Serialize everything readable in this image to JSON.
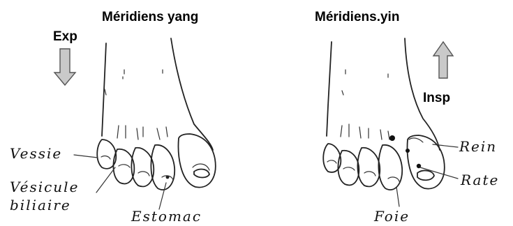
{
  "left_panel": {
    "title": "Méridiens yang",
    "flow_label": "Exp",
    "labels": {
      "vessie": "Vessie",
      "vesicule_line1": "Vésicule",
      "vesicule_line2": "biliaire",
      "estomac": "Estomac"
    }
  },
  "right_panel": {
    "title": "Méridiens.yin",
    "flow_label": "Insp",
    "labels": {
      "rein": "Rein",
      "rate": "Rate",
      "foie": "Foie"
    }
  },
  "colors": {
    "arrow_fill": "#c9c9c9",
    "ink": "#222222"
  },
  "icons": {
    "exp_arrow": "arrow-down",
    "insp_arrow": "arrow-up"
  }
}
